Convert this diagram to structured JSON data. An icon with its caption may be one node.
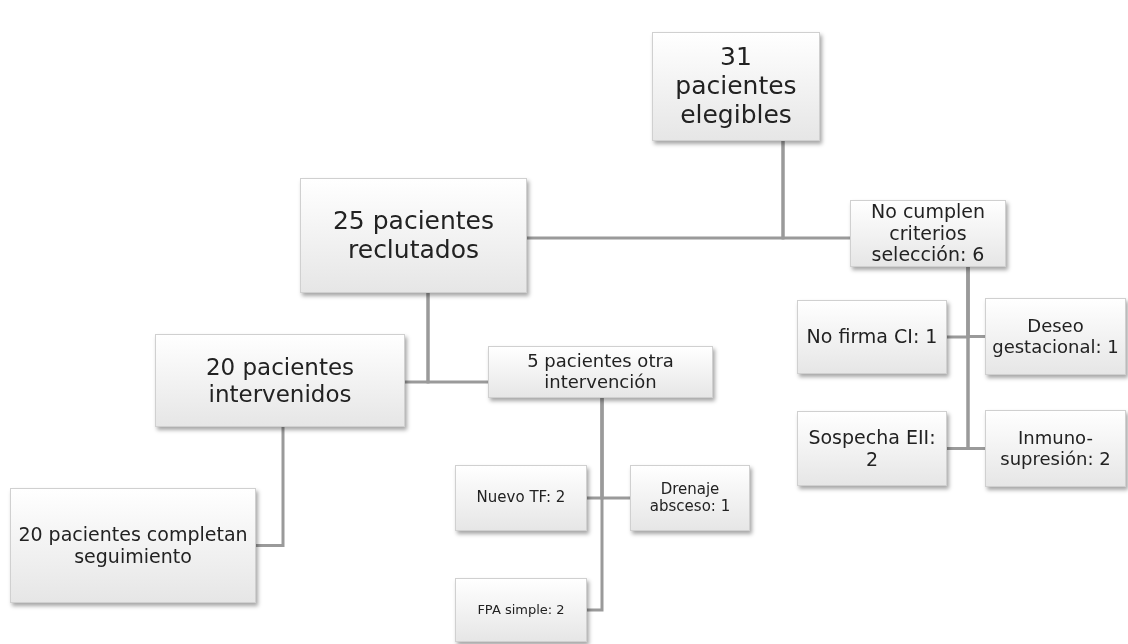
{
  "diagram": {
    "nodes": [
      {
        "text": [
          "31 pacientes elegibles"
        ]
      },
      {
        "text": [
          "25 pacientes reclutados"
        ]
      },
      {
        "text": [
          "No cumplen criterios selección: 6"
        ]
      },
      {
        "text": [
          "20 pacientes intervenidos"
        ]
      },
      {
        "text": [
          "5 pacientes otra intervención"
        ]
      },
      {
        "text": [
          "No firma CI: 1"
        ]
      },
      {
        "text": [
          "Deseo gestacional: 1"
        ]
      },
      {
        "text": [
          "Sospecha EII: 2"
        ]
      },
      {
        "text": [
          "Inmuno-supresión: 2"
        ]
      },
      {
        "text": [
          "20 pacientes completan seguimiento"
        ]
      },
      {
        "text": [
          "Nuevo TF: 2"
        ]
      },
      {
        "text": [
          "Drenaje absceso: 1"
        ]
      },
      {
        "text": [
          "FPA simple: 2"
        ]
      }
    ],
    "edges": [
      {
        "from": 0,
        "to": 1,
        "arrow": "none"
      },
      {
        "from": 0,
        "to": 2,
        "arrow": "none"
      },
      {
        "from": 1,
        "to": 3,
        "arrow": "none"
      },
      {
        "from": 1,
        "to": 4,
        "arrow": "none"
      },
      {
        "from": 2,
        "to": 5,
        "arrow": "none"
      },
      {
        "from": 2,
        "to": 6,
        "arrow": "none"
      },
      {
        "from": 2,
        "to": 7,
        "arrow": "none"
      },
      {
        "from": 2,
        "to": 8,
        "arrow": "none"
      },
      {
        "from": 3,
        "to": 9,
        "arrow": "none"
      },
      {
        "from": 4,
        "to": 10,
        "arrow": "none"
      },
      {
        "from": 4,
        "to": 11,
        "arrow": "none"
      },
      {
        "from": 4,
        "to": 12,
        "arrow": "none"
      }
    ]
  }
}
